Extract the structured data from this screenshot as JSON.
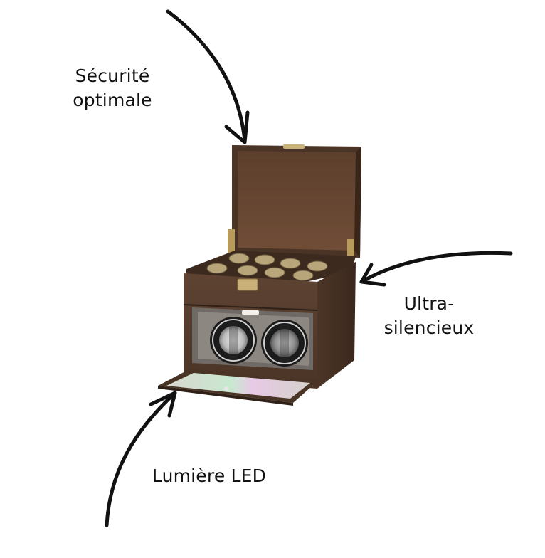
{
  "annotations": {
    "security": {
      "line1": "Sécurité",
      "line2": "optimale"
    },
    "silent": {
      "line1": "Ultra-",
      "line2": "silencieux"
    },
    "led": {
      "line1": "Lumière LED"
    }
  },
  "colors": {
    "leather": "#5a4030",
    "leather_dark": "#3d2a1f",
    "lid_inner": "#6b4a36",
    "text": "#111111",
    "arrow": "#111111"
  },
  "icons": [
    "arrow-down-icon",
    "arrow-left-icon",
    "arrow-up-icon"
  ]
}
